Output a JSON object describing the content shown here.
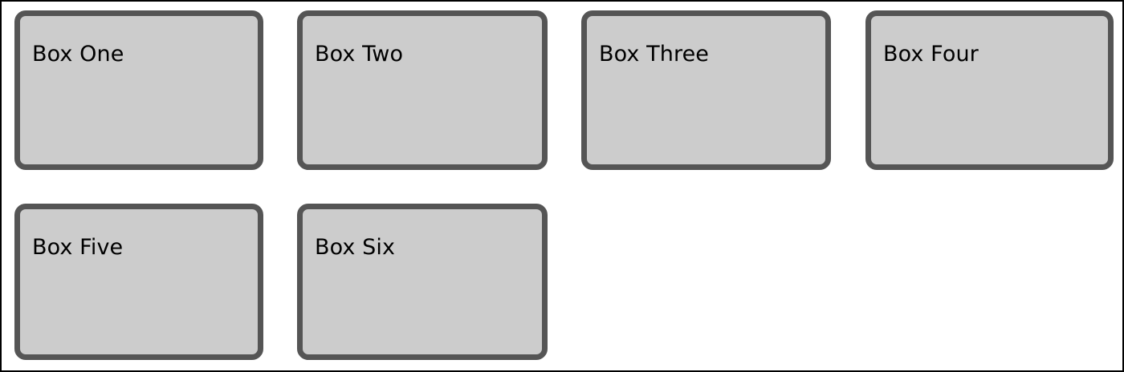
{
  "page": {
    "background_color": "#ffffff",
    "border_color": "#000000",
    "box_fill_color": "#cccccc",
    "box_border_color": "#555555",
    "text_color": "#000000"
  },
  "grid": {
    "rows": [
      {
        "name": "row-1",
        "boxes": [
          {
            "id": "box-one",
            "label": "Box One"
          },
          {
            "id": "box-two",
            "label": "Box Two"
          },
          {
            "id": "box-three",
            "label": "Box Three"
          },
          {
            "id": "box-four",
            "label": "Box Four"
          }
        ]
      },
      {
        "name": "row-2",
        "boxes": [
          {
            "id": "box-five",
            "label": "Box Five"
          },
          {
            "id": "box-six",
            "label": "Box Six"
          }
        ]
      }
    ]
  }
}
